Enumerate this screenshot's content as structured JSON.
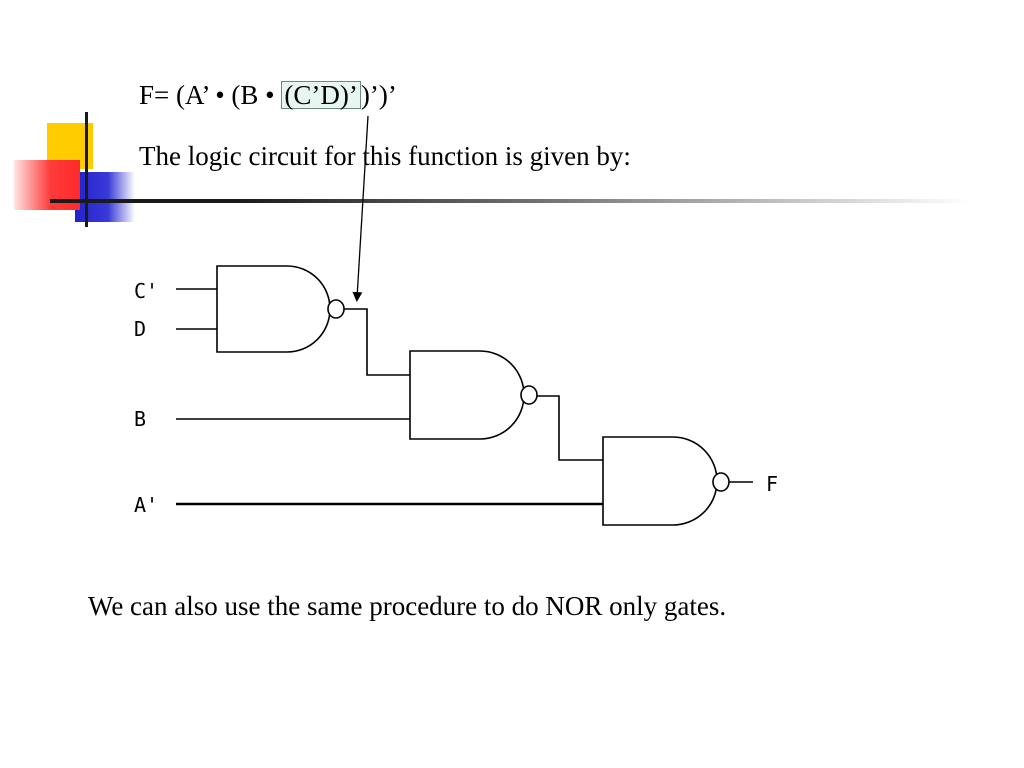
{
  "slide": {
    "formula": {
      "prefix": "F= (A’ • (B • ",
      "highlight": "(C’D)’",
      "suffix": ")’)’"
    },
    "intro": "The logic circuit for this function is given by:",
    "closing": "We can also use the same procedure to do NOR only gates."
  },
  "circuit": {
    "inputs": [
      "C'",
      "D",
      "B",
      "A'"
    ],
    "output": "F"
  },
  "colors": {
    "highlight_bg": "#e8f6f2",
    "deco_yellow": "#ffcc00",
    "deco_blue": "#2222cc",
    "deco_red": "#ff2a2a"
  }
}
